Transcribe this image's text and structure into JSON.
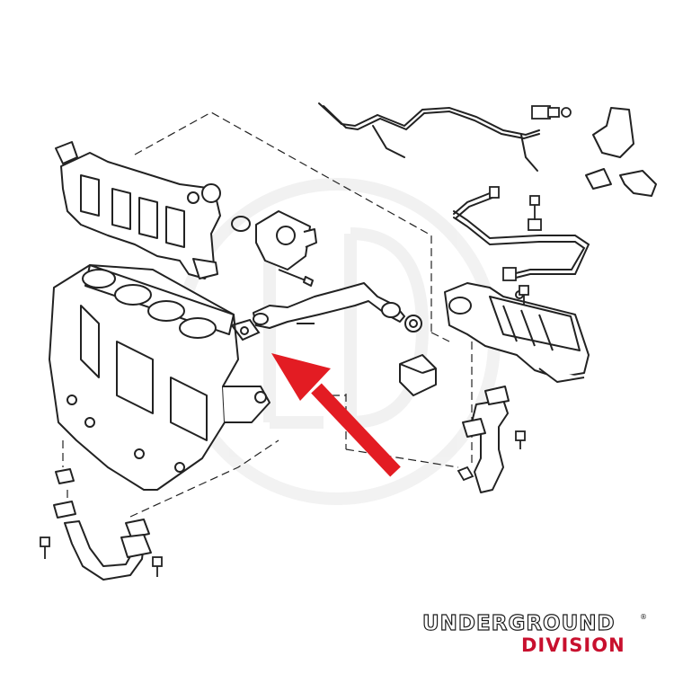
{
  "brand": {
    "line1": "UNDERGROUND",
    "registered": "®",
    "line2": "DIVISION",
    "accent_color": "#c8102e",
    "outline_color": "#1a1a1a"
  },
  "diagram": {
    "style": "exploded parts line drawing",
    "callout_arrow_color": "#e31c23",
    "parts": [
      {
        "name": "cylinder-block"
      },
      {
        "name": "exhaust-manifold"
      },
      {
        "name": "egr-valve"
      },
      {
        "name": "egr-pipe"
      },
      {
        "name": "egr-cooler"
      },
      {
        "name": "vacuum-hoses"
      },
      {
        "name": "gaskets"
      },
      {
        "name": "bolts"
      },
      {
        "name": "coolant-hose"
      },
      {
        "name": "bracket"
      }
    ]
  }
}
